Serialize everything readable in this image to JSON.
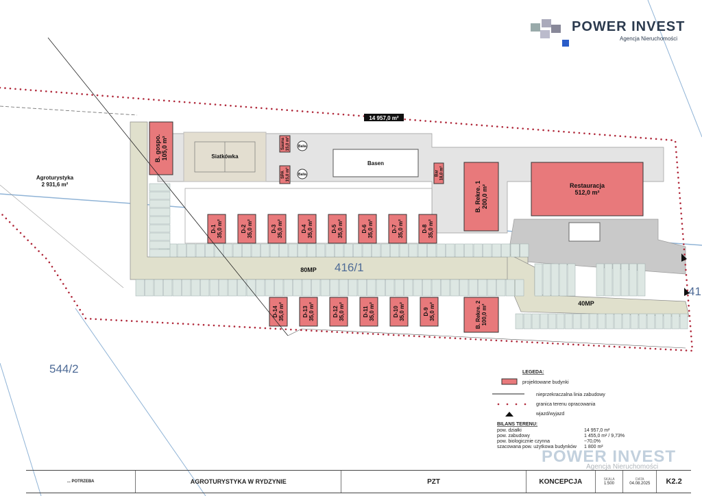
{
  "plot": {
    "total_area": "14 957,0 m²",
    "parcel_a": "416/1",
    "parcel_b": "544/2",
    "parcel_c": "41",
    "agro_label": "Agroturystyka",
    "agro_area": "2 931,6 m²"
  },
  "parking": {
    "main": "80MP",
    "side": "40MP"
  },
  "facilities": {
    "court": "Siatkówka",
    "pool": "Basen",
    "tub": "Balia",
    "sauna": [
      "Sauna",
      "15,0 m²"
    ],
    "spa": [
      "SPA",
      "15,0 m²"
    ],
    "bar": [
      "Bar",
      "18,0 m²"
    ],
    "gospo": [
      "B. gospo.",
      "105,0 m²"
    ],
    "rekre1": [
      "B. Rekre. 1",
      "200,0 m²"
    ],
    "rekre2": [
      "B. Rekre. 2",
      "100,0 m²"
    ],
    "restaurant": [
      "Restauracja",
      "512,0 m²"
    ]
  },
  "cottages_top": [
    "D-1",
    "D-2",
    "D-3",
    "D-4",
    "D-5",
    "D-6",
    "D-7",
    "D-8"
  ],
  "cottages_bottom": [
    "D-14",
    "D-13",
    "D-12",
    "D-11",
    "D-10",
    "D-9"
  ],
  "cottage_area": "35,0 m²",
  "legend": {
    "title": "LEGEDA:",
    "items": [
      "projektowane budynki",
      "nieprzekraczalna linia zabudowy",
      "granica terenu opracowania",
      "wjazd/wyjazd"
    ]
  },
  "balance": {
    "title": "BILANS TERENU:",
    "rows": [
      [
        "pow. działki",
        "14 957,0 m²"
      ],
      [
        "pow. zabudowy",
        "1 455,0 m²  / 9,73%"
      ],
      [
        "pow. biologicznie czynna",
        "~70,0%"
      ],
      [
        "szacowana pow. użytkowa budynków",
        "1 800 m²"
      ]
    ]
  },
  "title_block": {
    "firm": "... POTRZEBA",
    "project": "AGROTURYSTYKA W RYDZYNIE",
    "type": "PZT",
    "stage": "KONCEPCJA",
    "scale_label": "SKALA",
    "scale": "1:500",
    "date_label": "DATA",
    "date": "04.08.2025",
    "sheet": "K2.2"
  },
  "brand": {
    "name": "POWER INVEST",
    "tagline": "Agencja Nieruchomości"
  },
  "colors": {
    "building": "#e8797b",
    "road": "#e0e0cc",
    "paving": "#e2e2e2",
    "stall": "#dde7e3",
    "boundary": "#b0283a"
  }
}
